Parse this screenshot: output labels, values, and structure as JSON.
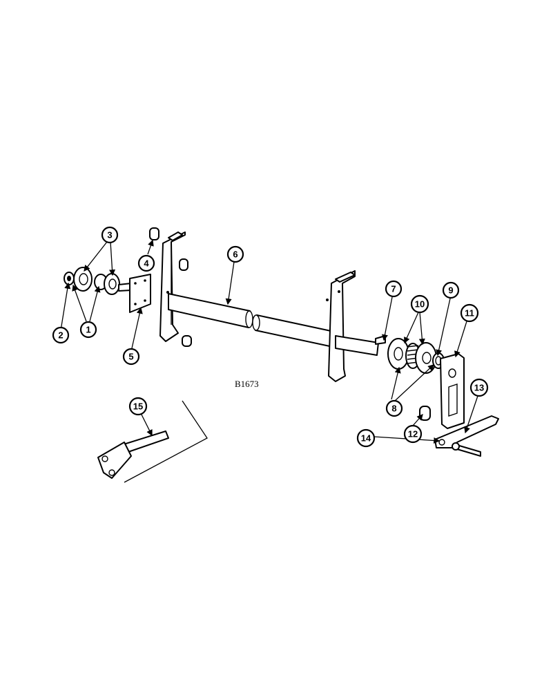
{
  "figure_code": "B1673",
  "callouts": {
    "c1": "1",
    "c2": "2",
    "c3": "3",
    "c4": "4",
    "c5": "5",
    "c6": "6",
    "c7": "7",
    "c8": "8",
    "c9": "9",
    "c10": "10",
    "c11": "11",
    "c12": "12",
    "c13": "13",
    "c14": "14",
    "c15": "15"
  }
}
